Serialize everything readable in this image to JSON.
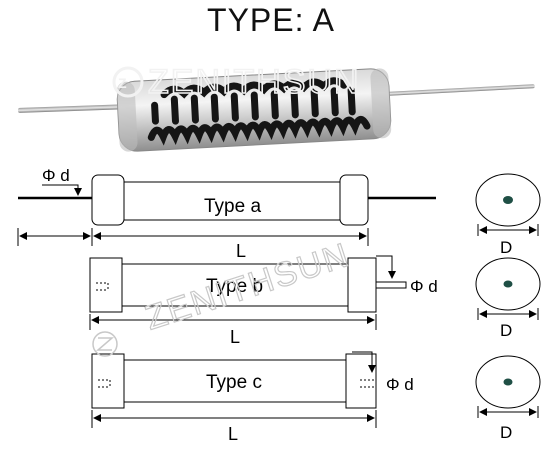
{
  "title": "TYPE:  A",
  "watermark": "ZENITHSUN",
  "photo": {
    "watermark": "ZENITHSUN"
  },
  "type_a": {
    "label": "Type a",
    "dia_lead": "Φ d",
    "length": "L",
    "end_view": "D"
  },
  "type_b": {
    "label": "Type b",
    "dia_lead": "Φ d",
    "length": "L",
    "end_view": "D"
  },
  "type_c": {
    "label": "Type c",
    "dia_lead": "Φ d",
    "length": "L",
    "end_view": "D"
  },
  "colors": {
    "line": "#000000",
    "body_fill": "#ffffff",
    "watermark": "#cfcfcf",
    "dot": "#1f4f45"
  }
}
